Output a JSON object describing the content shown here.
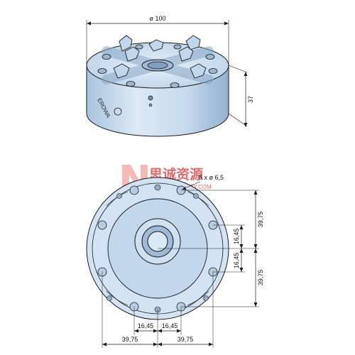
{
  "top_view": {
    "diameter_label": "ø 100",
    "height_label": "37",
    "brand_label": "EROWA"
  },
  "bottom_view": {
    "holes_label": "8 x ø 6,5",
    "right_dims": [
      "39,75",
      "16,45",
      "16,45",
      "39,75"
    ],
    "bottom_dims": [
      "39,75",
      "16,45",
      "16,45",
      "39,75"
    ]
  },
  "watermark": {
    "text": "思诚资源",
    "url": "WWW.SCZY.COM"
  },
  "colors": {
    "body_fill": "#cfe0f1",
    "body_dark": "#a9c4dd",
    "outline": "#1b1b1b",
    "watermark": "#e36a6a"
  }
}
